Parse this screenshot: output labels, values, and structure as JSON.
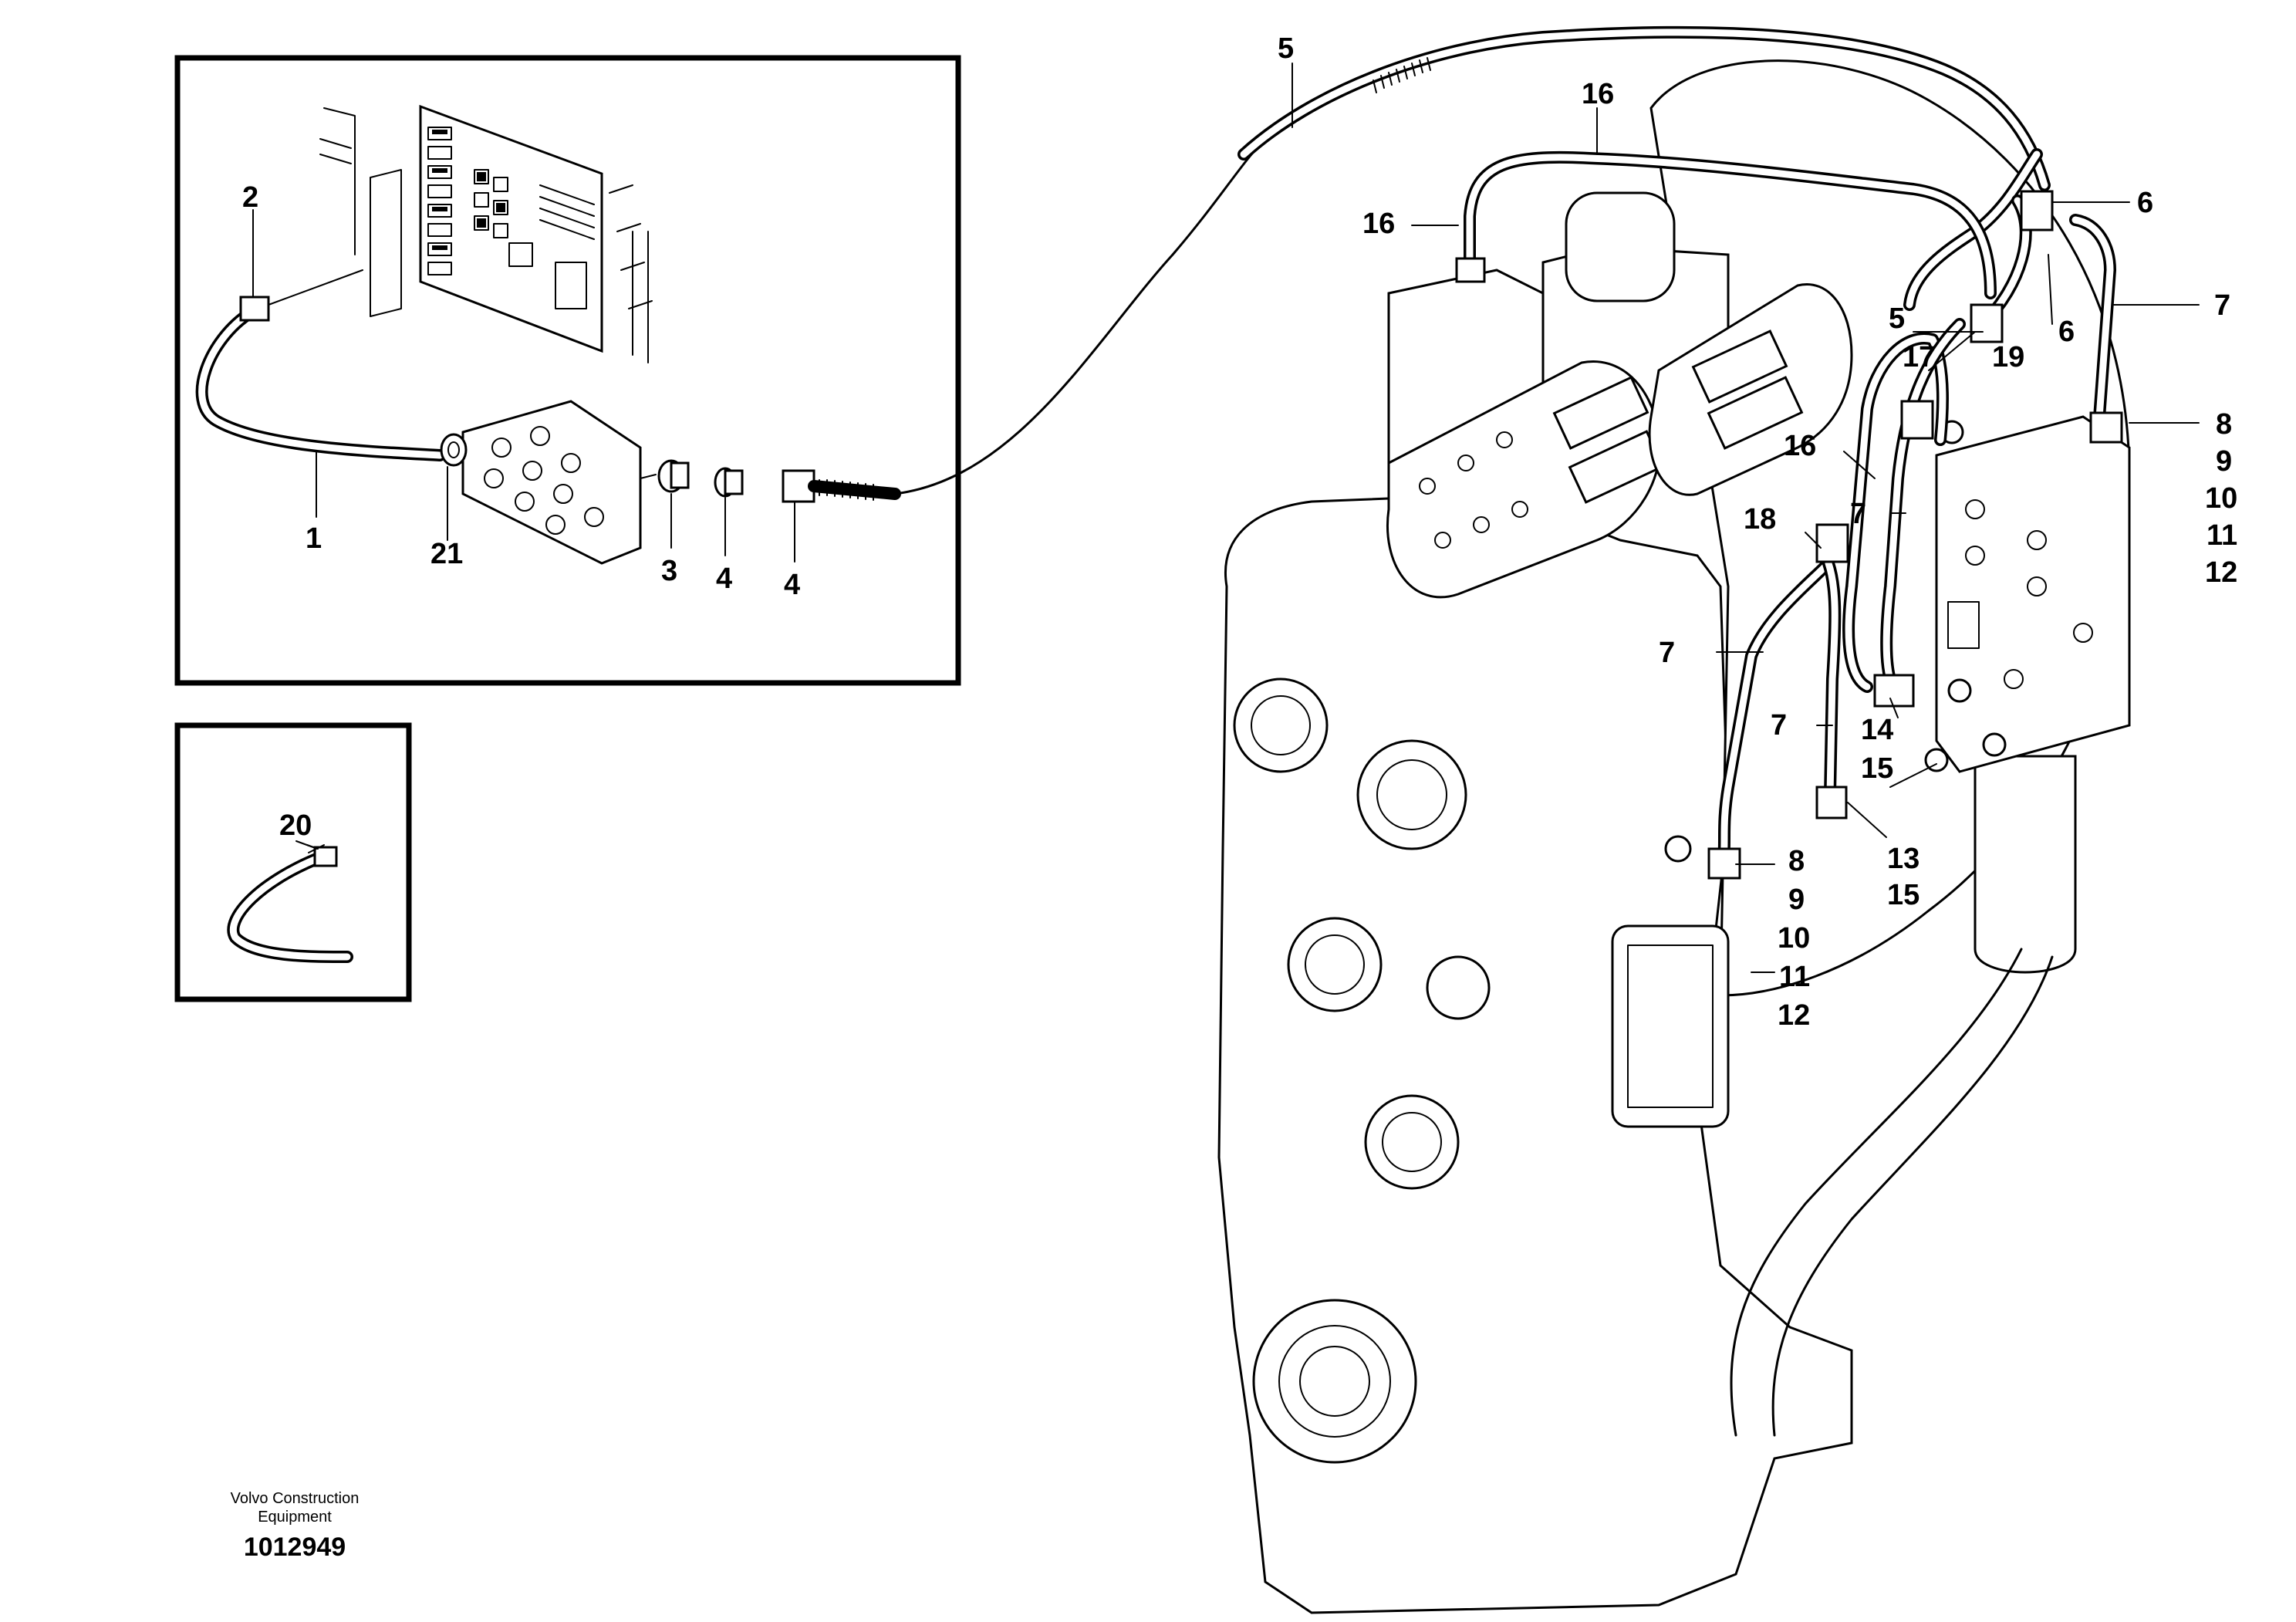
{
  "callouts": {
    "c1": "1",
    "c2": "2",
    "c3": "3",
    "c4a": "4",
    "c4b": "4",
    "c5a": "5",
    "c5b": "5",
    "c6a": "6",
    "c6b": "6",
    "c7a": "7",
    "c7b": "7",
    "c7c": "7",
    "c7d": "7",
    "c8a": "8",
    "c9a": "9",
    "c10a": "10",
    "c11a": "11",
    "c12a": "12",
    "c8b": "8",
    "c9b": "9",
    "c10b": "10",
    "c11b": "11",
    "c12b": "12",
    "c13": "13",
    "c14": "14",
    "c15a": "15",
    "c15b": "15",
    "c16a": "16",
    "c16b": "16",
    "c16c": "16",
    "c17": "17",
    "c18": "18",
    "c19": "19",
    "c20": "20",
    "c21": "21"
  },
  "footer": {
    "brand_line1": "Volvo Construction",
    "brand_line2": "Equipment",
    "code": "1012949"
  }
}
